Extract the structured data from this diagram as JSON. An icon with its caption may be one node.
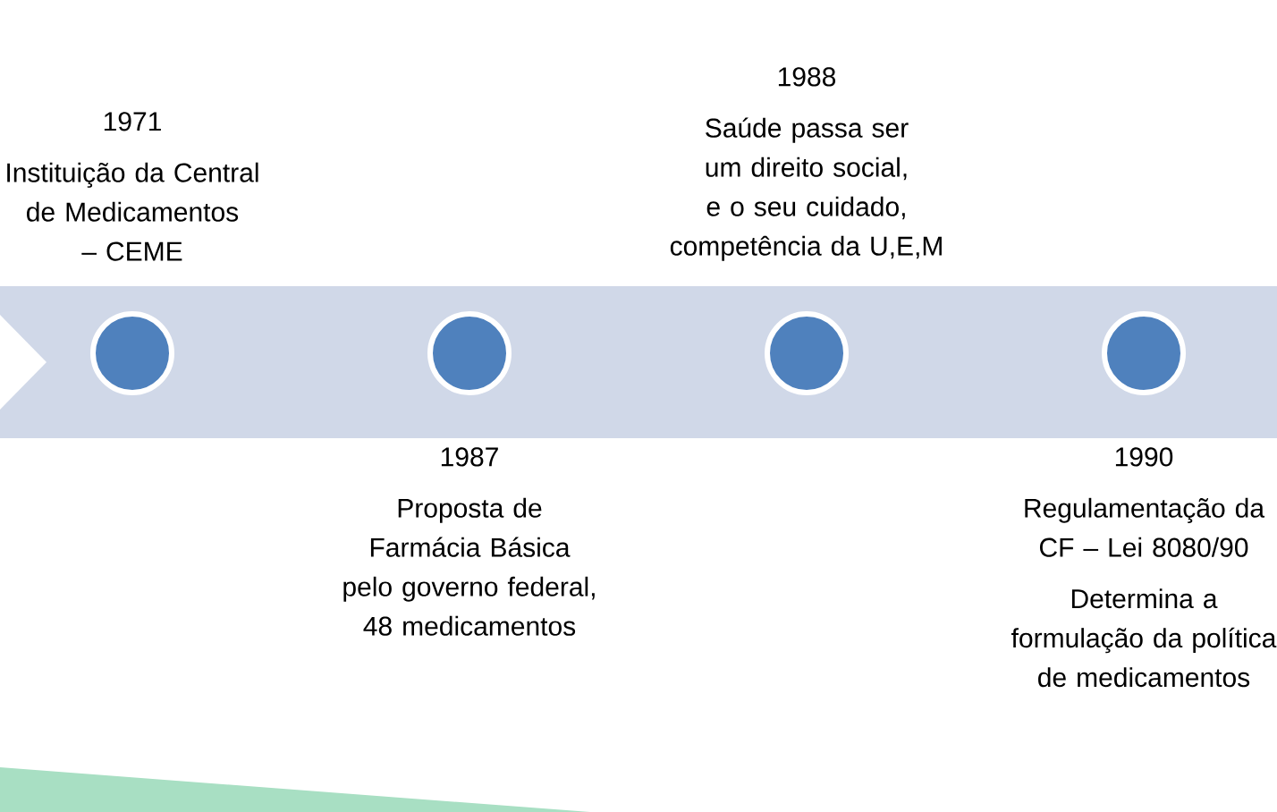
{
  "diagram": {
    "nodes": [
      {
        "text": [
          "1971",
          "Instituição da Central de Medicamentos – CEME"
        ]
      },
      {
        "text": [
          "1987",
          "Proposta de Farmácia Básica pelo governo federal, 48 medicamentos"
        ]
      },
      {
        "text": [
          "1988",
          "Saúde passa ser um direito social, e o seu  cuidado, competência da U,E,M"
        ]
      },
      {
        "text": [
          "1990",
          "Regulamentação da CF – Lei 8080/90",
          "Determina a formulação da política de medicamentos"
        ]
      }
    ]
  }
}
